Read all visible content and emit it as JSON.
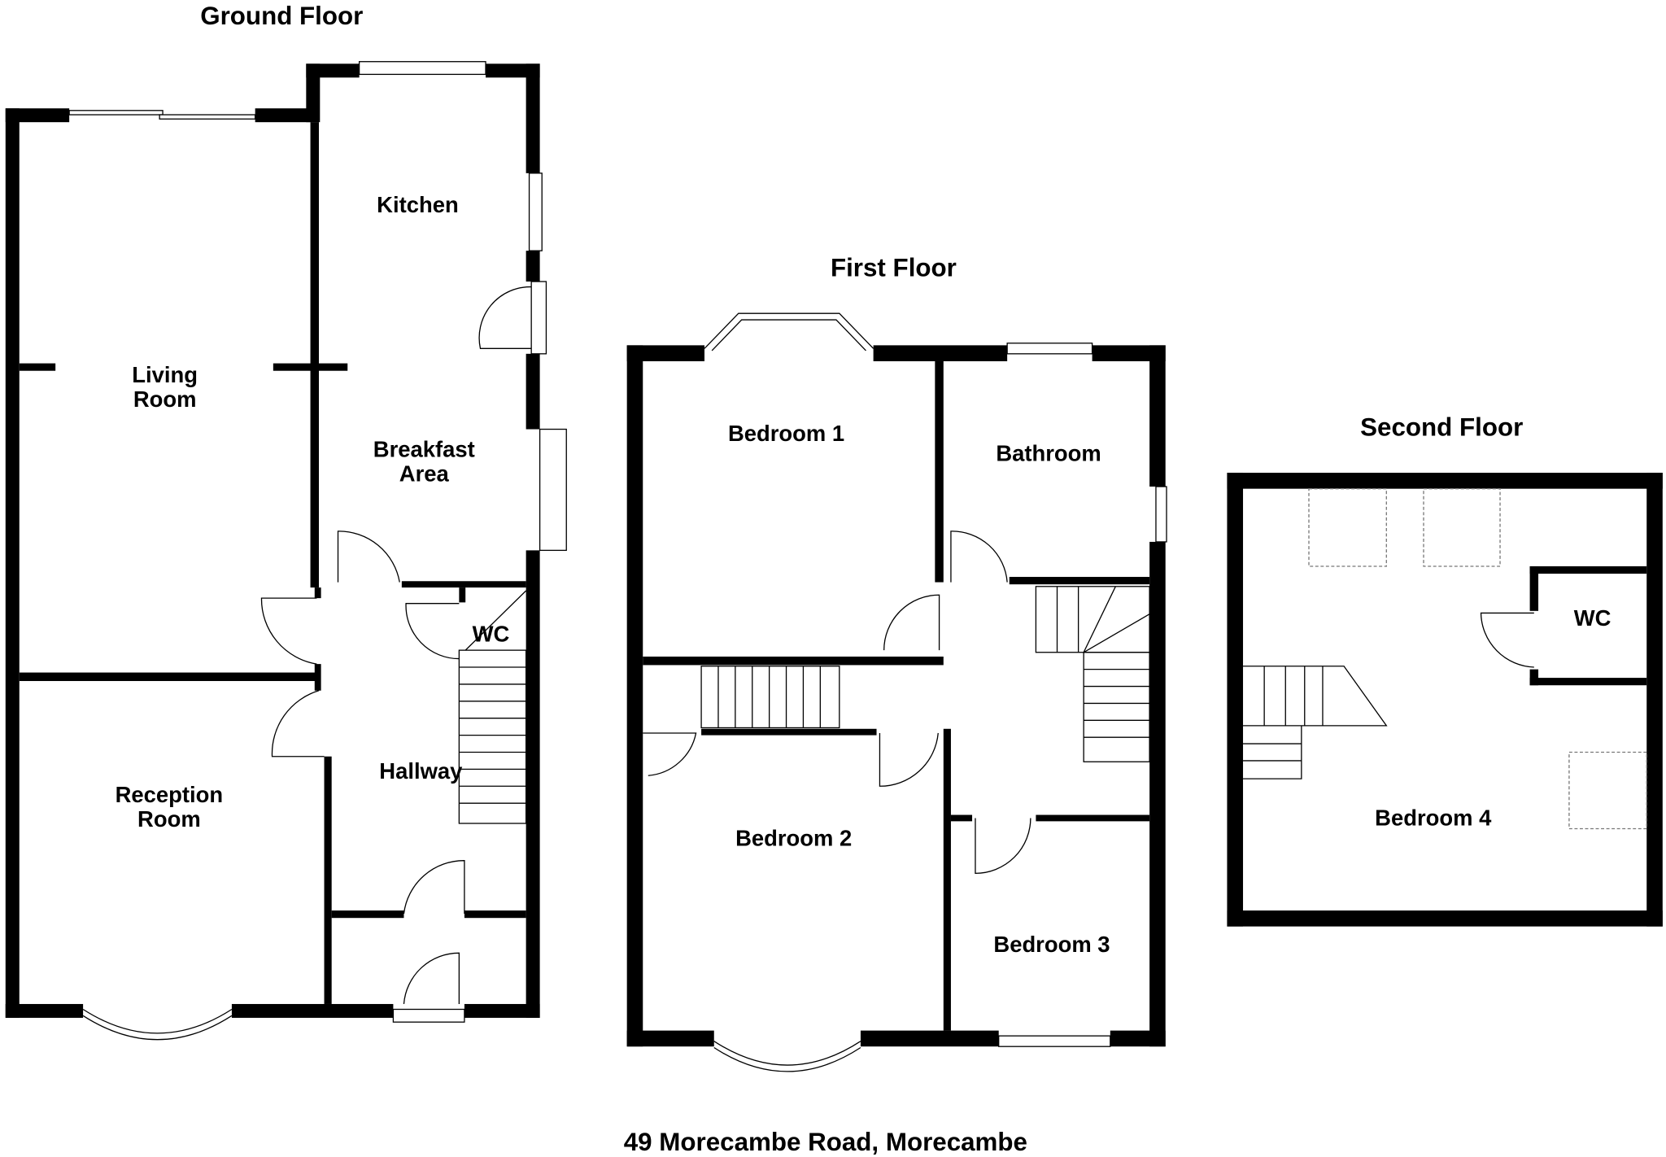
{
  "titles": {
    "ground": "Ground Floor",
    "first": "First Floor",
    "second": "Second Floor",
    "address": "49 Morecambe Road, Morecambe"
  },
  "ground_rooms": {
    "kitchen": "Kitchen",
    "living_1": "Living",
    "living_2": "Room",
    "breakfast_1": "Breakfast",
    "breakfast_2": "Area",
    "wc": "WC",
    "hallway": "Hallway",
    "reception_1": "Reception",
    "reception_2": "Room"
  },
  "first_rooms": {
    "bedroom1": "Bedroom 1",
    "bathroom": "Bathroom",
    "bedroom2": "Bedroom 2",
    "bedroom3": "Bedroom 3"
  },
  "second_rooms": {
    "wc": "WC",
    "bedroom4": "Bedroom 4"
  }
}
